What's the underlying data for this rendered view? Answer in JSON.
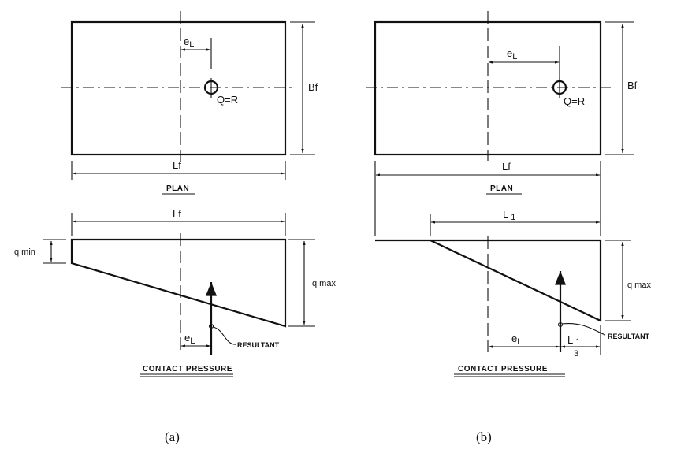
{
  "figure": {
    "panels": [
      {
        "id": "a",
        "caption": "(a)",
        "plan": {
          "title": "PLAN",
          "length_label": "Lf",
          "width_label": "Bf",
          "eccentricity_label": "e",
          "eccentricity_sub": "L",
          "load_label": "Q=R"
        },
        "pressure": {
          "title": "CONTACT PRESSURE",
          "length_label": "Lf",
          "qmin_label": "q min",
          "qmax_label": "q max",
          "eccentricity_label": "e",
          "eccentricity_sub": "L",
          "resultant_label": "RESULTANT"
        }
      },
      {
        "id": "b",
        "caption": "(b)",
        "plan": {
          "title": "PLAN",
          "length_label": "Lf",
          "width_label": "Bf",
          "eccentricity_label": "e",
          "eccentricity_sub": "L",
          "load_label": "Q=R"
        },
        "pressure": {
          "title": "CONTACT PRESSURE",
          "contact_length_label": "L",
          "contact_length_sub": "1",
          "qmax_label": "q max",
          "eccentricity_label": "e",
          "eccentricity_sub": "L",
          "third_label_num": "L",
          "third_label_num_sub": "1",
          "third_label_den": "3",
          "resultant_label": "RESULTANT"
        }
      }
    ]
  }
}
